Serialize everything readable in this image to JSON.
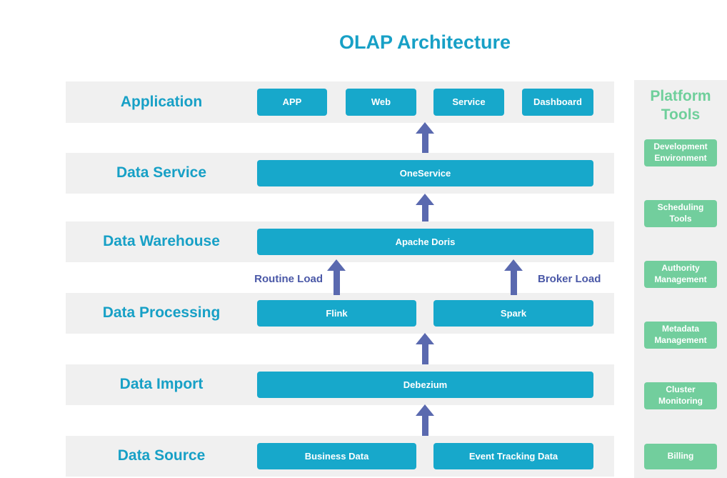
{
  "title": "OLAP Architecture",
  "layers": [
    {
      "label": "Application",
      "boxes": [
        "APP",
        "Web",
        "Service",
        "Dashboard"
      ]
    },
    {
      "label": "Data Service",
      "boxes": [
        "OneService"
      ]
    },
    {
      "label": "Data Warehouse",
      "boxes": [
        "Apache Doris"
      ]
    },
    {
      "label": "Data Processing",
      "boxes": [
        "Flink",
        "Spark"
      ]
    },
    {
      "label": "Data Import",
      "boxes": [
        "Debezium"
      ]
    },
    {
      "label": "Data Source",
      "boxes": [
        "Business Data",
        "Event Tracking Data"
      ]
    }
  ],
  "arrow_labels": {
    "routine": "Routine Load",
    "broker": "Broker Load"
  },
  "platform_tools": {
    "title": "Platform Tools",
    "items": [
      "Development Environment",
      "Scheduling Tools",
      "Authority Management",
      "Metadata Management",
      "Cluster Monitoring",
      "Billing"
    ]
  },
  "colors": {
    "accent_teal": "#17a8cb",
    "accent_green": "#72ce9d",
    "arrow_blue": "#5a69af",
    "load_label_blue": "#4a58a7",
    "band_gray": "#f0f0f0"
  }
}
